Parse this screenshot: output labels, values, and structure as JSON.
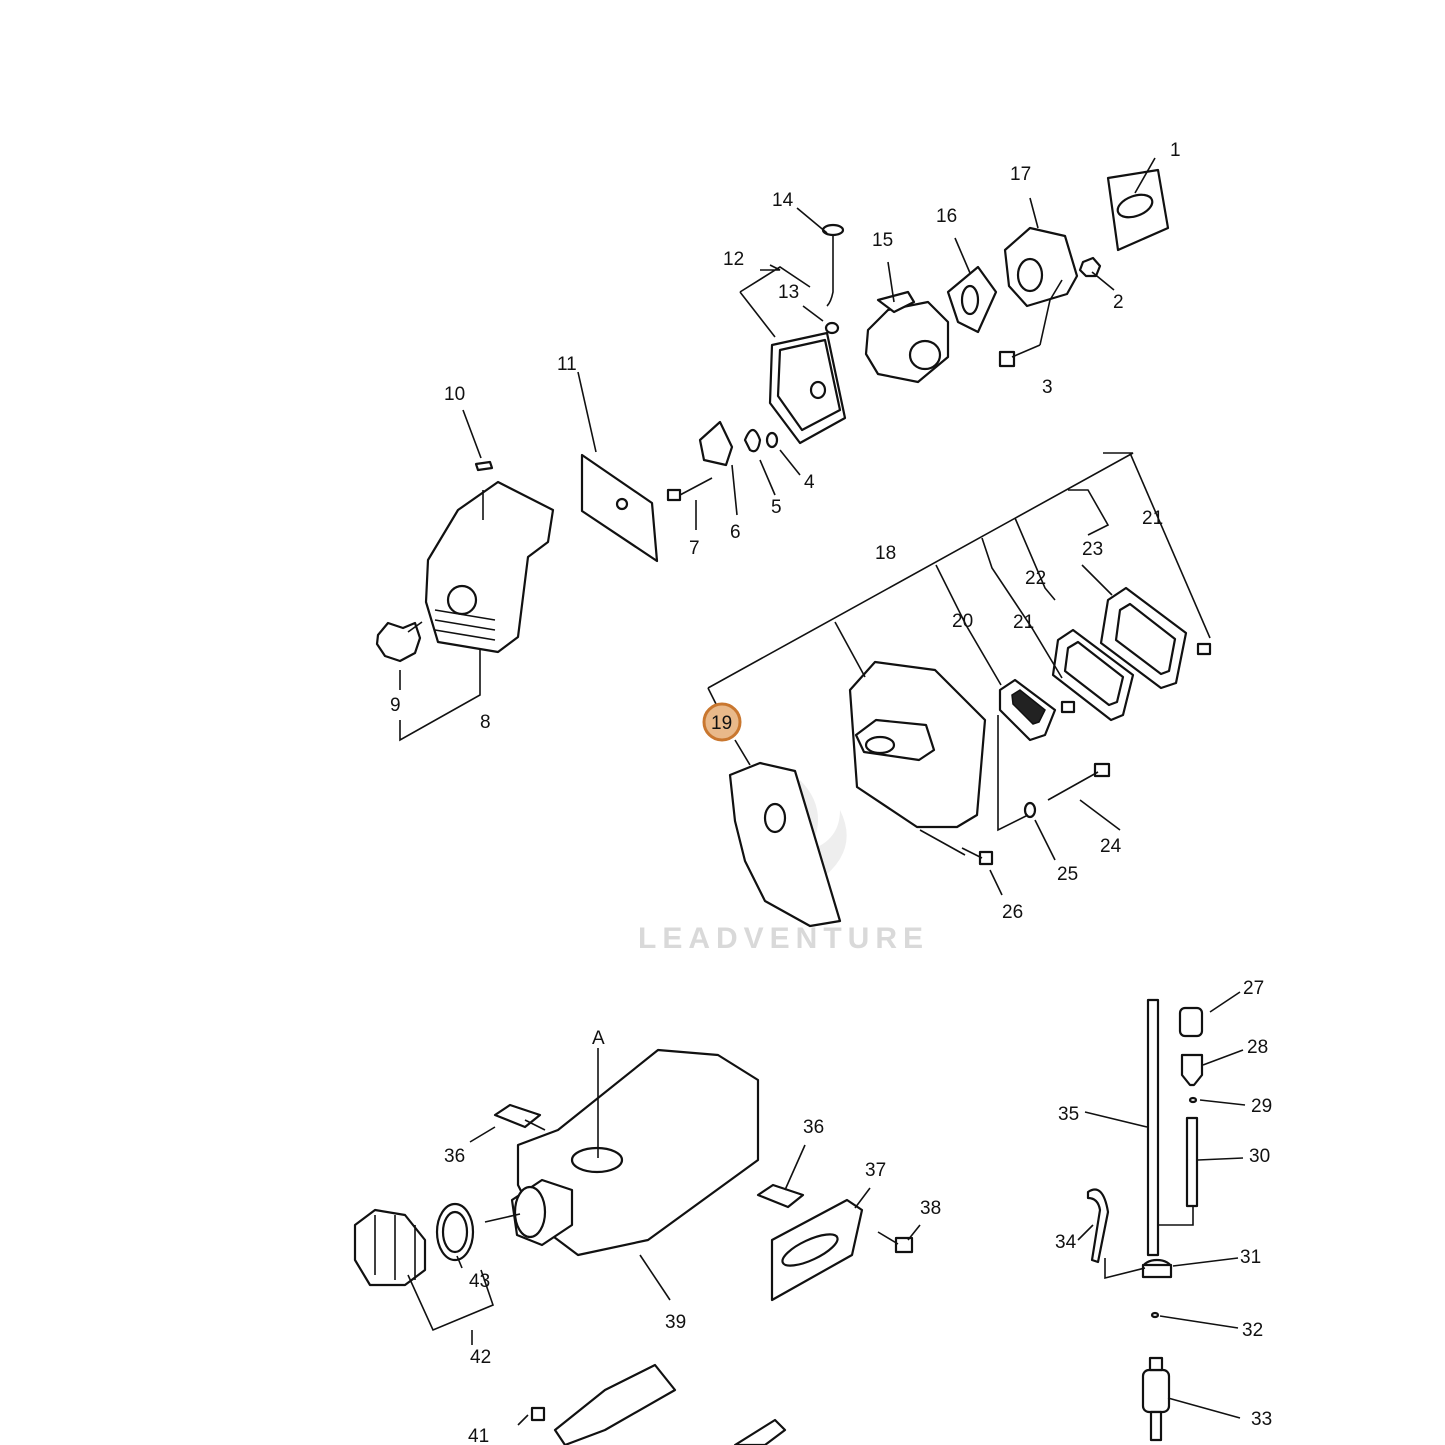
{
  "watermark": {
    "text": "LEADVENTURE"
  },
  "highlight": {
    "label": "19",
    "fill": "#e9b98a",
    "stroke": "#c9772f"
  },
  "callouts": {
    "c1": "1",
    "c2": "2",
    "c3": "3",
    "c4": "4",
    "c5": "5",
    "c6": "6",
    "c7": "7",
    "c8": "8",
    "c9": "9",
    "c10": "10",
    "c11": "11",
    "c12": "12",
    "c13": "13",
    "c14": "14",
    "c15": "15",
    "c16": "16",
    "c17": "17",
    "c18": "18",
    "c20": "20",
    "c21a": "21",
    "c21b": "21",
    "c22": "22",
    "c23": "23",
    "c24": "24",
    "c25": "25",
    "c26": "26",
    "c27": "27",
    "c28": "28",
    "c29": "29",
    "c30": "30",
    "c31": "31",
    "c32": "32",
    "c33": "33",
    "c34": "34",
    "c35": "35",
    "c36a": "36",
    "c36b": "36",
    "c37": "37",
    "c38": "38",
    "c39": "39",
    "c41": "41",
    "c42": "42",
    "c43": "43",
    "cA": "A"
  }
}
